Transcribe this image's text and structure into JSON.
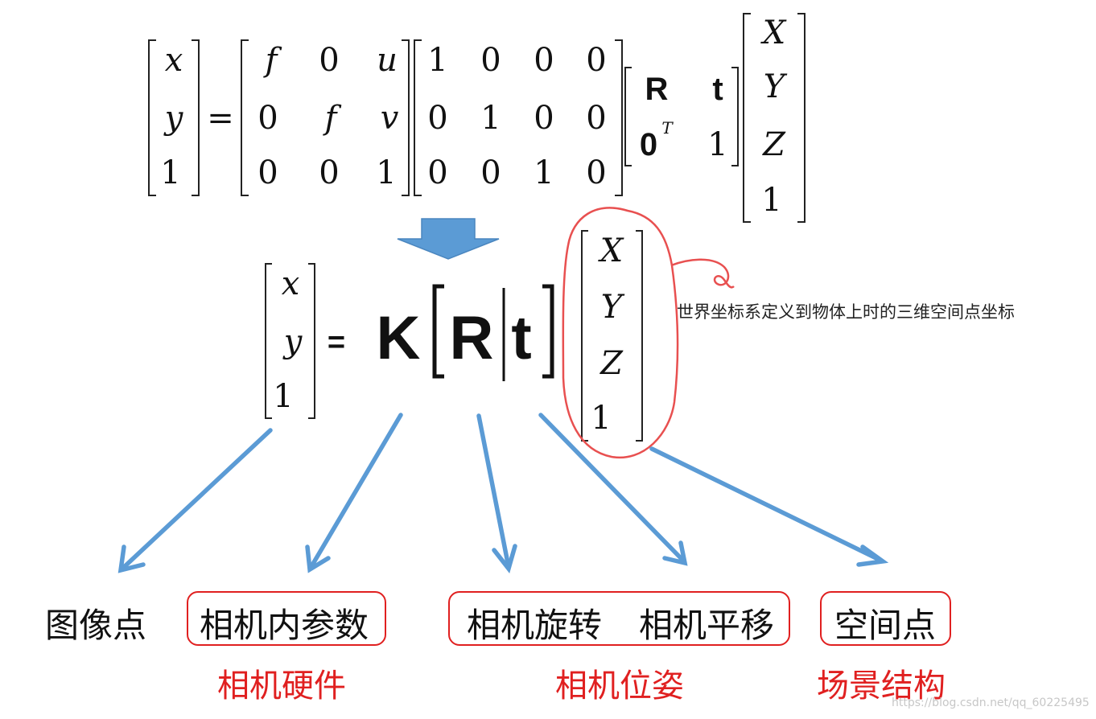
{
  "top_equation": {
    "lhs": [
      "x",
      "y",
      "1"
    ],
    "eq": "=",
    "intrinsic": [
      [
        "f",
        "0",
        "u"
      ],
      [
        "0",
        "f",
        "v"
      ],
      [
        "0",
        "0",
        "1"
      ]
    ],
    "projection": [
      [
        "1",
        "0",
        "0",
        "0"
      ],
      [
        "0",
        "1",
        "0",
        "0"
      ],
      [
        "0",
        "0",
        "1",
        "0"
      ]
    ],
    "extrinsic": [
      [
        "R",
        "t"
      ],
      [
        "0",
        "1"
      ]
    ],
    "extrinsic_superscript": "T",
    "world": [
      "X",
      "Y",
      "Z",
      "1"
    ]
  },
  "compact_equation": {
    "lhs": [
      "x",
      "y",
      "1"
    ],
    "eq": "=",
    "K": "K",
    "R": "R",
    "t": "t",
    "world": [
      "X",
      "Y",
      "Z",
      "1"
    ]
  },
  "annotation": "世界坐标系定义到物体上时的三维空间点坐标",
  "labels": {
    "image_point": "图像点",
    "intrinsics": "相机内参数",
    "rotation": "相机旋转",
    "translation": "相机平移",
    "space_point": "空间点"
  },
  "groups": {
    "hardware": "相机硬件",
    "pose": "相机位姿",
    "scene": "场景结构"
  },
  "watermark": "https://blog.csdn.net/qq_60225495",
  "colors": {
    "arrow_blue": "#5b9bd5",
    "red": "#e02020",
    "bracket": "#222222"
  }
}
